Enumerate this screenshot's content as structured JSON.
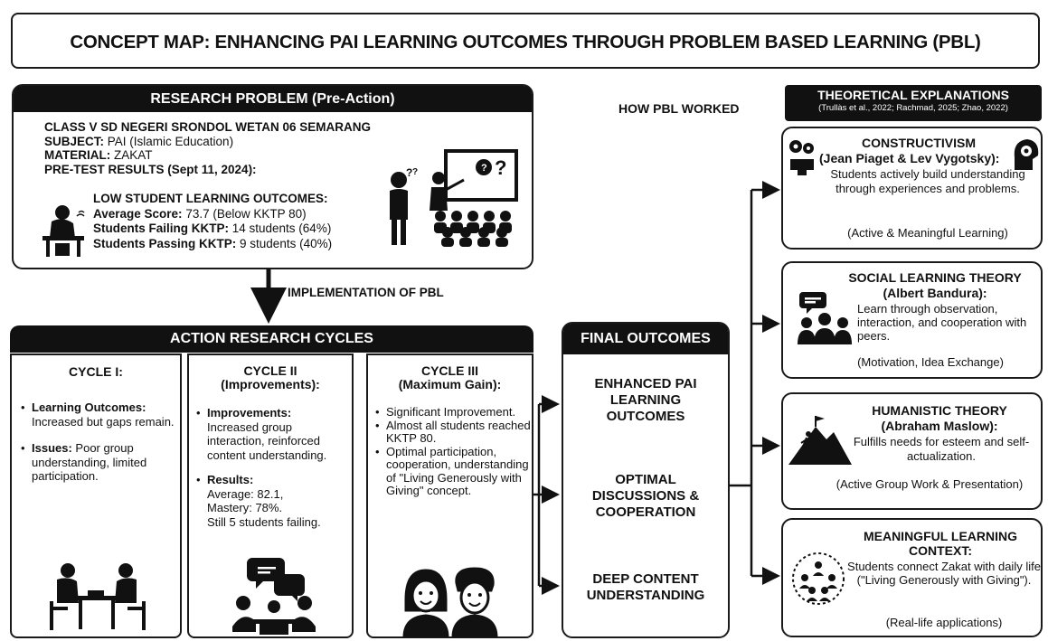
{
  "title": "CONCEPT MAP: ENHANCING PAI LEARNING OUTCOMES THROUGH PROBLEM BASED LEARNING (PBL)",
  "problem": {
    "header": "RESEARCH PROBLEM (Pre-Action)",
    "school": "CLASS V SD NEGERI SRONDOL WETAN 06 SEMARANG",
    "subject_label": "SUBJECT:",
    "subject_value": " PAI (Islamic Education)",
    "material_label": "MATERIAL:",
    "material_value": " ZAKAT",
    "pretest": "PRE-TEST RESULTS (Sept 11, 2024):",
    "low_outcomes": "LOW STUDENT LEARNING OUTCOMES:",
    "avg_label": "Average Score:",
    "avg_value": " 73.7 (Below KKTP 80)",
    "failing_label": "Students Failing KKTP:",
    "failing_value": " 14 students (64%)",
    "passing_label": "Students Passing KKTP:",
    "passing_value": " 9 students (40%)"
  },
  "implementation": "IMPLEMENTATION OF PBL",
  "how_pbl": "HOW PBL WORKED",
  "cycles": {
    "header": "ACTION RESEARCH CYCLES",
    "c1": {
      "title": "CYCLE I:",
      "lo_label": "Learning Outcomes:",
      "lo_text": " Increased but gaps remain.",
      "issues_label": "Issues:",
      "issues_text": " Poor group understanding, limited participation."
    },
    "c2": {
      "title": "CYCLE II",
      "subtitle": "(Improvements):",
      "imp_label": "Improvements:",
      "imp_text": "Increased group interaction, reinforced content understanding.",
      "res_label": "Results:",
      "res_text1": "Average: 82.1,",
      "res_text2": "Mastery: 78%.",
      "res_text3": "Still 5 students failing."
    },
    "c3": {
      "title": "CYCLE III",
      "subtitle": "(Maximum Gain):",
      "b1": "Significant Improvement.",
      "b2": "Almost all students reached KKTP 80.",
      "b3": "Optimal participation, cooperation, understanding of \"Living Generously with Giving\" concept."
    }
  },
  "outcomes": {
    "header": "FINAL OUTCOMES",
    "o1": "ENHANCED PAI LEARNING OUTCOMES",
    "o2": "OPTIMAL DISCUSSIONS & COOPERATION",
    "o3": "DEEP CONTENT UNDERSTANDING"
  },
  "theory": {
    "header": "THEORETICAL EXPLANATIONS",
    "citation": "(Trullàs et al., 2022; Rachmad, 2025; Zhao, 2022)",
    "t1": {
      "title": "CONSTRUCTIVISM",
      "person": "(Jean Piaget & Lev Vygotsky):",
      "desc": "Students actively build understanding through experiences and problems.",
      "note": "(Active & Meaningful Learning)"
    },
    "t2": {
      "title": "SOCIAL LEARNING THEORY",
      "person": "(Albert Bandura):",
      "desc": "Learn through observation, interaction, and cooperation with peers.",
      "note": "(Motivation, Idea Exchange)"
    },
    "t3": {
      "title": "HUMANISTIC THEORY",
      "person": "(Abraham Maslow):",
      "desc": "Fulfills needs for esteem and self-actualization.",
      "note": "(Active Group Work & Presentation)"
    },
    "t4": {
      "title": "MEANINGFUL LEARNING CONTEXT:",
      "desc": "Students connect Zakat with daily life (\"Living Generously with Giving\").",
      "note": "(Real-life applications)"
    }
  },
  "icons": [
    "student-at-desk-icon",
    "confused-student-icon",
    "teacher-classroom-icon",
    "students-at-table-icon",
    "discussion-group-icon",
    "happy-students-icon",
    "gears-head-icon",
    "head-gear-icon",
    "group-chat-icon",
    "mountain-flag-icon",
    "globe-people-icon"
  ]
}
